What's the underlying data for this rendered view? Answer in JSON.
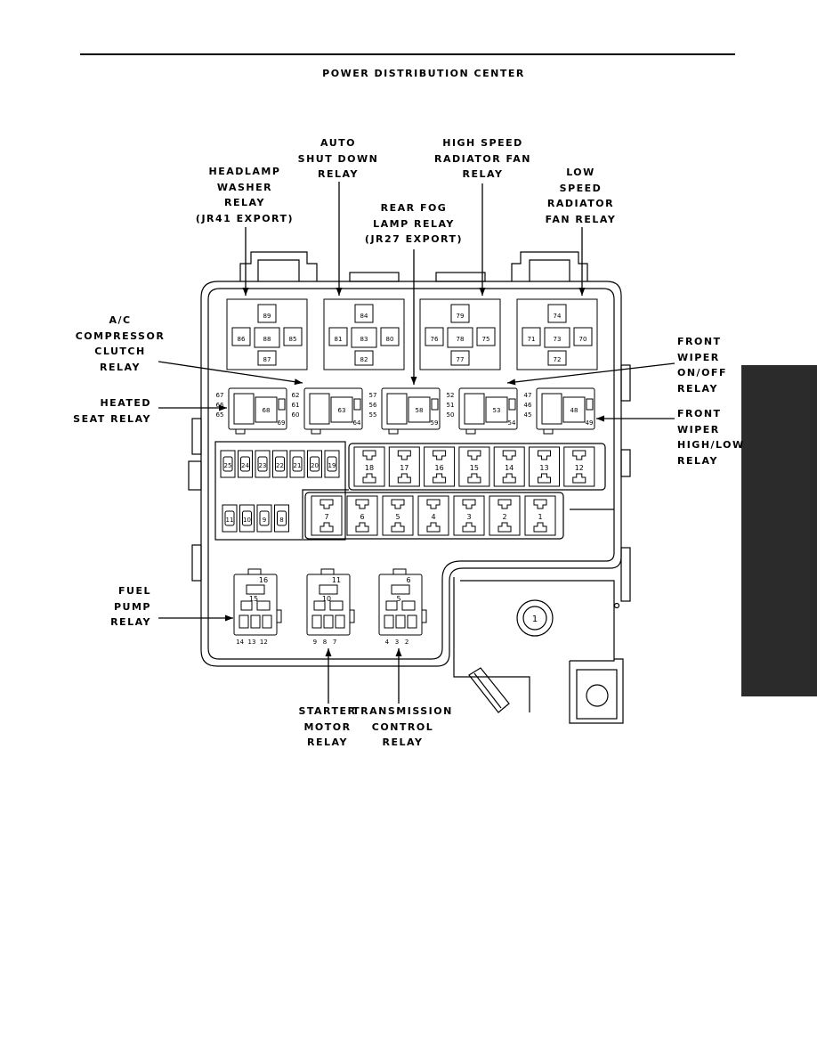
{
  "title": "POWER DISTRIBUTION CENTER",
  "callouts": {
    "headlamp_washer": "HEADLAMP\nWASHER\nRELAY\n(JR41 EXPORT)",
    "auto_shut_down": "AUTO\nSHUT DOWN\nRELAY",
    "rear_fog": "REAR FOG\nLAMP RELAY\n(JR27 EXPORT)",
    "high_speed_fan": "HIGH SPEED\nRADIATOR FAN\nRELAY",
    "low_speed_fan": "LOW\nSPEED\nRADIATOR\nFAN RELAY",
    "ac_clutch": "A/C\nCOMPRESSOR\nCLUTCH\nRELAY",
    "heated_seat": "HEATED\nSEAT RELAY",
    "front_wiper_onoff": "FRONT\nWIPER\nON/OFF\nRELAY",
    "front_wiper_highlow": "FRONT\nWIPER\nHIGH/LOW\nRELAY",
    "fuel_pump": "FUEL\nPUMP\nRELAY",
    "starter_motor": "STARTER\nMOTOR\nRELAY",
    "transmission_control": "TRANSMISSION\nCONTROL\nRELAY"
  },
  "large_relays": [
    {
      "top": "89",
      "left": "86",
      "center": "88",
      "right": "85",
      "bottom": "87"
    },
    {
      "top": "84",
      "left": "81",
      "center": "83",
      "right": "80",
      "bottom": "82"
    },
    {
      "top": "79",
      "left": "76",
      "center": "78",
      "right": "75",
      "bottom": "77"
    },
    {
      "top": "74",
      "left": "71",
      "center": "73",
      "right": "70",
      "bottom": "72"
    }
  ],
  "mini_relays": [
    {
      "side": [
        "67",
        "66",
        "65"
      ],
      "center": "68",
      "corner": "69"
    },
    {
      "side": [
        "62",
        "61",
        "60"
      ],
      "center": "63",
      "corner": "64"
    },
    {
      "side": [
        "57",
        "56",
        "55"
      ],
      "center": "58",
      "corner": "59"
    },
    {
      "side": [
        "52",
        "51",
        "50"
      ],
      "center": "53",
      "corner": "54"
    },
    {
      "side": [
        "47",
        "46",
        "45"
      ],
      "center": "48",
      "corner": "49"
    }
  ],
  "mini_fuses_top": [
    "25",
    "24",
    "23",
    "22",
    "21",
    "20",
    "19"
  ],
  "mini_fuses_bottom": [
    "11",
    "10",
    "9",
    "8"
  ],
  "maxi_fuses_top": [
    "18",
    "17",
    "16",
    "15",
    "14",
    "13",
    "12"
  ],
  "maxi_fuses_bottom": [
    "7",
    "6",
    "5",
    "4",
    "3",
    "2",
    "1"
  ],
  "iso_relays": [
    {
      "top": "16",
      "mid": "15",
      "pins": "14  13  12"
    },
    {
      "top": "11",
      "mid": "10",
      "pins": "9   8   7"
    },
    {
      "top": "6",
      "mid": "5",
      "pins": "4   3   2"
    }
  ],
  "stud_label": "1"
}
